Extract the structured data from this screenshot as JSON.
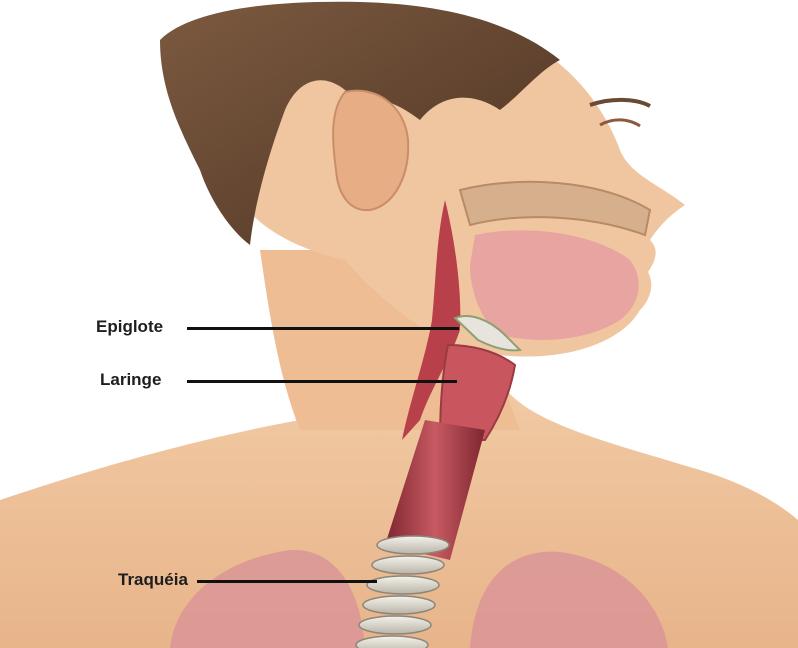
{
  "figure": {
    "labels": {
      "epiglottis": "Epiglote",
      "larynx": "Laringe",
      "trachea": "Traquéia"
    },
    "colors": {
      "background": "#ffffff",
      "skin": "#f0c8a0",
      "skin_shadow": "#d9a57b",
      "hair": "#6b4a33",
      "tissue_red": "#b8404a",
      "tongue_pink": "#e7a4a0",
      "lung": "#d89098",
      "cartilage": "#e6e4dc",
      "label_text": "#1e1e1e",
      "leader_line": "#111111"
    }
  }
}
